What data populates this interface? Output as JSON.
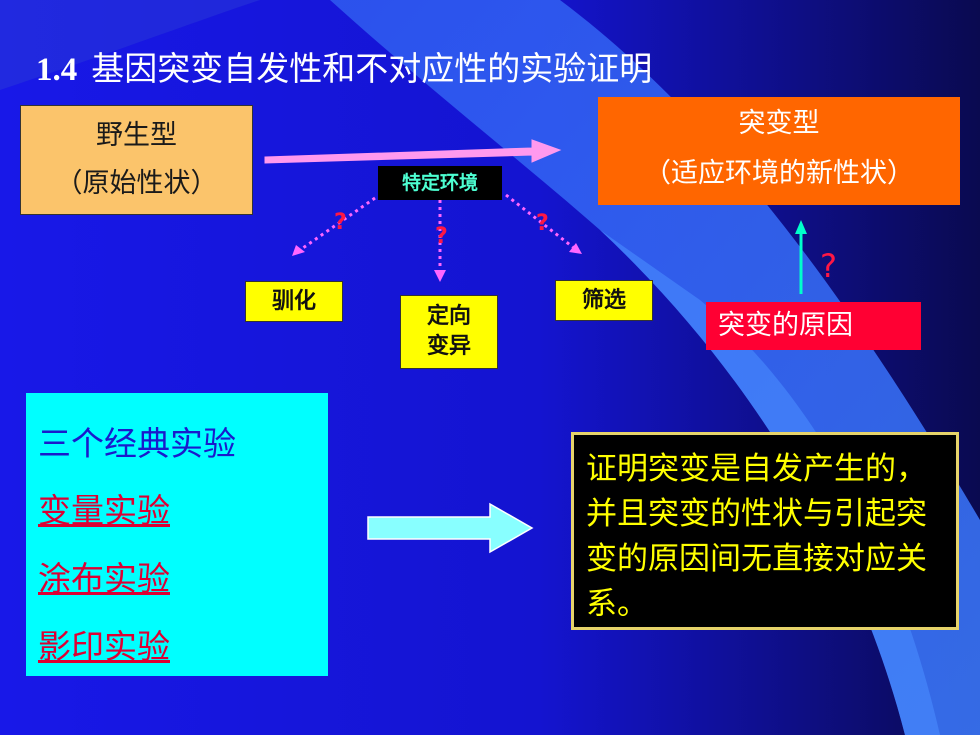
{
  "title": {
    "number": "1.4",
    "text": "基因突变自发性和不对应性的实验证明"
  },
  "wild_type": {
    "line1": "野生型",
    "line2": "（原始性状）"
  },
  "mutant_type": {
    "line1": "突变型",
    "line2": "（适应环境的新性状）"
  },
  "environment": "特定环境",
  "hypotheses": {
    "domestication": "驯化",
    "directed_line1": "定向",
    "directed_line2": "变异",
    "selection": "筛选"
  },
  "mutation_cause": "突变的原因",
  "question_marks": {
    "q1": "?",
    "q2": "?",
    "q3": "?",
    "q4": "?"
  },
  "experiments": {
    "heading": "三个经典实验",
    "items": [
      "变量实验",
      "涂布实验",
      "影印实验"
    ]
  },
  "conclusion": "证明突变是自发产生的，并且突变的性状与引起突变的原因间无直接对应关系。",
  "colors": {
    "background": "#1a1ae6",
    "accent_blue": "#3b6cf0",
    "orange": "#ff6600",
    "yellow": "#ffff00",
    "cyan": "#00ffff",
    "red": "#ff0033"
  }
}
